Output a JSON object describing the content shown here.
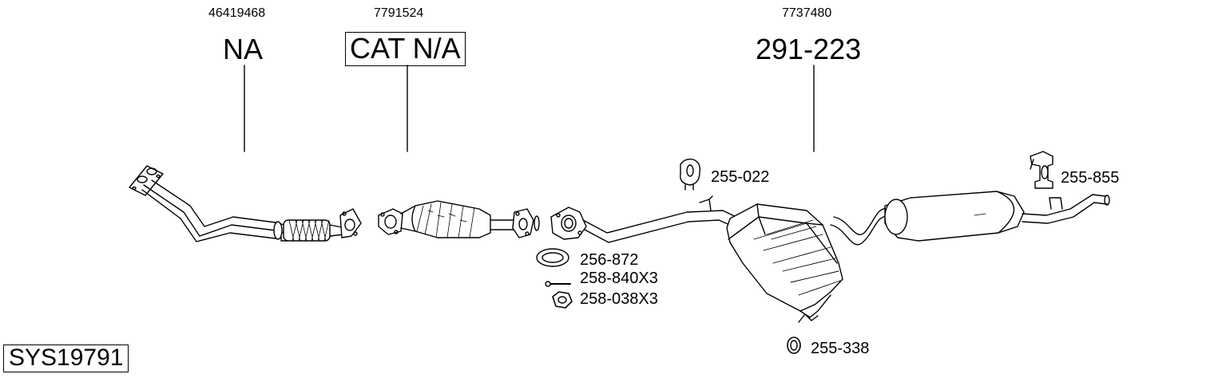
{
  "callouts": [
    {
      "oe": "46419468",
      "code": "NA",
      "boxed": false
    },
    {
      "oe": "7791524",
      "code": "CAT N/A",
      "boxed": true
    },
    {
      "oe": "7737480",
      "code": "291-223",
      "boxed": false
    }
  ],
  "parts": {
    "p255_022": "255-022",
    "p255_855": "255-855",
    "p256_872": "256-872",
    "p258_840": "258-840X3",
    "p258_038": "258-038X3",
    "p255_338": "255-338"
  },
  "system_id": "SYS19791"
}
